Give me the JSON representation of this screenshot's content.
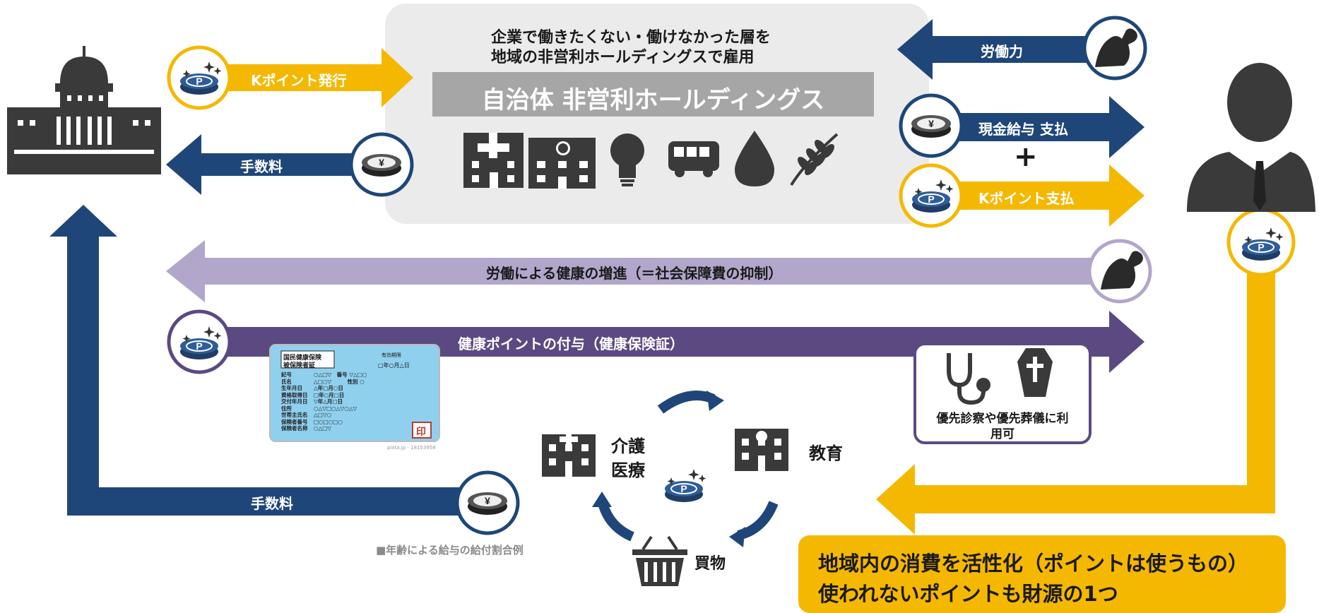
{
  "colors": {
    "navy": "#1f4679",
    "gold": "#f5b800",
    "lavender": "#b2a6cb",
    "purple": "#5b4a82",
    "panel": "#ebebeb",
    "gray_icon": "#3a3a3a",
    "banner_gray": "#a6a6a6",
    "card_blue": "#8fd0ef"
  },
  "center_panel": {
    "subtitle_line1": "企業で働きたくない・働けなかった層を",
    "subtitle_line2": "地域の非営利ホールディングスで雇用",
    "banner": "自治体 非営利ホールディングス",
    "icons": [
      "hospital-icon",
      "office-building-icon",
      "light-bulb-icon",
      "bus-icon",
      "water-drop-icon",
      "wheat-icon"
    ]
  },
  "arrows": {
    "kpoint_issue": "Kポイント発行",
    "fee_top": "手数料",
    "labor": "労働力",
    "cash_salary": "現金給与 支払",
    "plus": "+",
    "kpoint_pay": "Kポイント支払",
    "health_promotion": "労働による健康の増進（＝社会保障費の抑制）",
    "health_points": "健康ポイントの付与（健康保険証）",
    "fee_bottom": "手数料"
  },
  "coin_labels": {
    "yen": "¥",
    "point": "P"
  },
  "priority_box": {
    "line1": "優先診察や優先葬儀に利",
    "line2": "用可"
  },
  "cycle": {
    "care_line1": "介護",
    "care_line2": "医療",
    "education": "教育",
    "shopping": "買物"
  },
  "insurance_card": {
    "header1": "国民健康保険",
    "header2": "被保険者証",
    "validity": "有効期限",
    "validity_value": "□年○月△日",
    "rows": [
      {
        "label": "記号",
        "value": "○△□▽　番号 ▽△□○"
      },
      {
        "label": "氏名",
        "value": "△□○▽　　　性別 ○"
      },
      {
        "label": "生年月日",
        "value": "△年□月○日"
      },
      {
        "label": "資格取得日",
        "value": "□年○月□日"
      },
      {
        "label": "交付年月日",
        "value": "▽年△月□日"
      },
      {
        "label": "住所",
        "value": "○△▽□○△▽○△▽"
      },
      {
        "label": "世帯主氏名",
        "value": "△□▽○"
      },
      {
        "label": "保険者番号",
        "value": "□○□○□○"
      },
      {
        "label": "保険者名称",
        "value": "○△□▽"
      }
    ],
    "stamp": "印",
    "watermark": "pixta.jp - 18153958"
  },
  "caption": "■年齢による給与の給付割合例",
  "bottom_box": {
    "line1": "地域内の消費を活性化（ポイントは使うもの）",
    "line2": "使われないポイントも財源の1つ"
  }
}
